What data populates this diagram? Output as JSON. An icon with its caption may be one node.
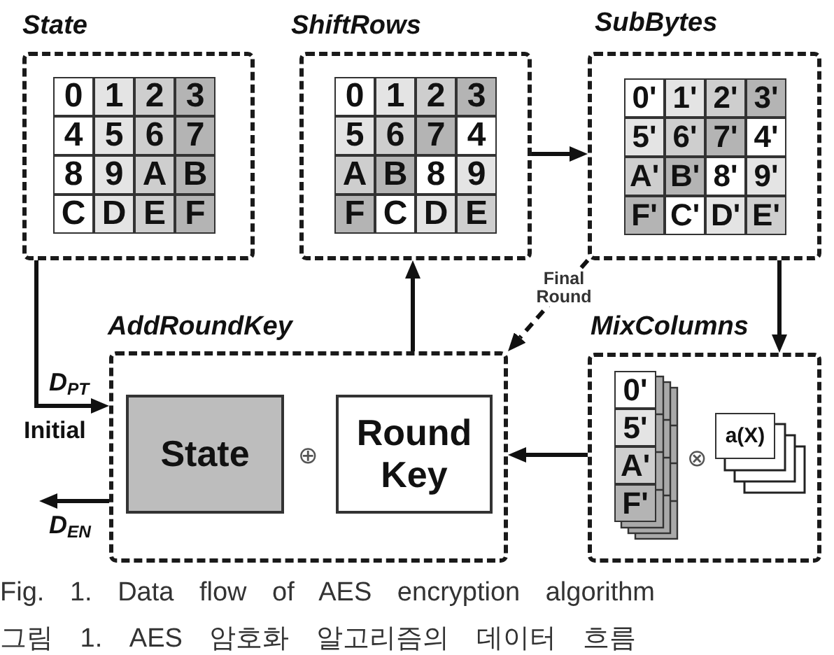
{
  "diagram": {
    "caption": "Fig. 1. Data flow of AES encryption algorithm",
    "nodes": [
      {
        "text": [
          "State"
        ]
      },
      {
        "text": [
          "0"
        ],
        "in": 0
      },
      {
        "text": [
          "1"
        ],
        "in": 0
      },
      {
        "text": [
          "2"
        ],
        "in": 0
      },
      {
        "text": [
          "3"
        ],
        "in": 0
      },
      {
        "text": [
          "4"
        ],
        "in": 0
      },
      {
        "text": [
          "5"
        ],
        "in": 0
      },
      {
        "text": [
          "6"
        ],
        "in": 0
      },
      {
        "text": [
          "7"
        ],
        "in": 0
      },
      {
        "text": [
          "8"
        ],
        "in": 0
      },
      {
        "text": [
          "9"
        ],
        "in": 0
      },
      {
        "text": [
          "A"
        ],
        "in": 0
      },
      {
        "text": [
          "B"
        ],
        "in": 0
      },
      {
        "text": [
          "C"
        ],
        "in": 0
      },
      {
        "text": [
          "D"
        ],
        "in": 0
      },
      {
        "text": [
          "E"
        ],
        "in": 0
      },
      {
        "text": [
          "F"
        ],
        "in": 0
      },
      {
        "text": [
          "ShiftRows"
        ]
      },
      {
        "text": [
          "0"
        ],
        "in": 17
      },
      {
        "text": [
          "1"
        ],
        "in": 17
      },
      {
        "text": [
          "2"
        ],
        "in": 17
      },
      {
        "text": [
          "3"
        ],
        "in": 17
      },
      {
        "text": [
          "5"
        ],
        "in": 17
      },
      {
        "text": [
          "6"
        ],
        "in": 17
      },
      {
        "text": [
          "7"
        ],
        "in": 17
      },
      {
        "text": [
          "4"
        ],
        "in": 17
      },
      {
        "text": [
          "A"
        ],
        "in": 17
      },
      {
        "text": [
          "B"
        ],
        "in": 17
      },
      {
        "text": [
          "8"
        ],
        "in": 17
      },
      {
        "text": [
          "9"
        ],
        "in": 17
      },
      {
        "text": [
          "F"
        ],
        "in": 17
      },
      {
        "text": [
          "C"
        ],
        "in": 17
      },
      {
        "text": [
          "D"
        ],
        "in": 17
      },
      {
        "text": [
          "E"
        ],
        "in": 17
      },
      {
        "text": [
          "SubBytes"
        ]
      },
      {
        "text": [
          "0'"
        ],
        "in": 34
      },
      {
        "text": [
          "1'"
        ],
        "in": 34
      },
      {
        "text": [
          "2'"
        ],
        "in": 34
      },
      {
        "text": [
          "3'"
        ],
        "in": 34
      },
      {
        "text": [
          "5'"
        ],
        "in": 34
      },
      {
        "text": [
          "6'"
        ],
        "in": 34
      },
      {
        "text": [
          "7'"
        ],
        "in": 34
      },
      {
        "text": [
          "4'"
        ],
        "in": 34
      },
      {
        "text": [
          "A'"
        ],
        "in": 34
      },
      {
        "text": [
          "B'"
        ],
        "in": 34
      },
      {
        "text": [
          "8'"
        ],
        "in": 34
      },
      {
        "text": [
          "9'"
        ],
        "in": 34
      },
      {
        "text": [
          "F'"
        ],
        "in": 34
      },
      {
        "text": [
          "C'"
        ],
        "in": 34
      },
      {
        "text": [
          "D'"
        ],
        "in": 34
      },
      {
        "text": [
          "E'"
        ],
        "in": 34
      },
      {
        "text": [
          "AddRoundKey"
        ]
      },
      {
        "text": [
          "State"
        ],
        "in": 51
      },
      {
        "text": [
          "Round Key"
        ],
        "in": 51
      },
      {
        "text": [
          "MixColumns"
        ]
      },
      {
        "text": [
          "0'"
        ],
        "in": 54
      },
      {
        "text": [
          "5'"
        ],
        "in": 54
      },
      {
        "text": [
          "A'"
        ],
        "in": 54
      },
      {
        "text": [
          "F'"
        ],
        "in": 54
      },
      {
        "text": [
          "a(X)"
        ],
        "in": 54
      }
    ],
    "edges": [
      {
        "from": 0,
        "to": 51,
        "arrow": "to",
        "label": "D$_{PT}$"
      },
      {
        "from": 51,
        "to": 17,
        "arrow": "to"
      },
      {
        "from": 17,
        "to": 34,
        "arrow": "to"
      },
      {
        "from": 34,
        "to": 54,
        "arrow": "to"
      },
      {
        "from": 54,
        "to": 51,
        "arrow": "to"
      },
      {
        "from": 34,
        "to": 51,
        "arrow": "to",
        "label": "Final Round",
        "style": "dashed"
      },
      {
        "from": 51,
        "to": null,
        "arrow": "to",
        "label": "D$_{EN}$"
      }
    ],
    "labels": [
      "Initial",
      "⊕",
      "⊗",
      "그림 1. AES 암호화 알고리즘의 데이터 흐름"
    ]
  }
}
